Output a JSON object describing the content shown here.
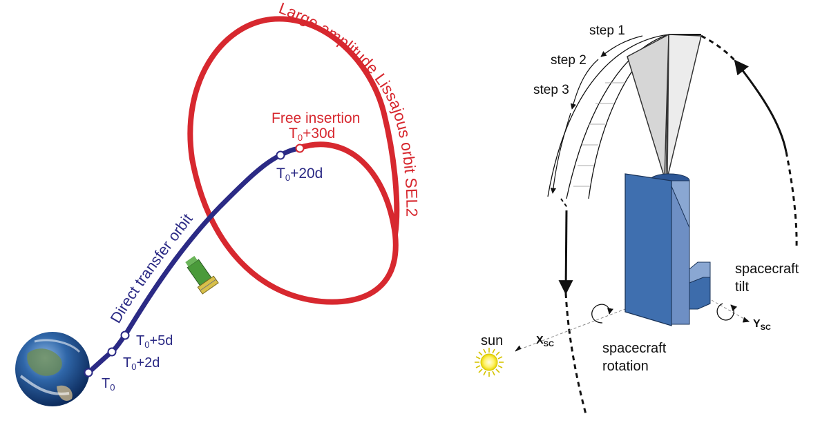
{
  "left_panel": {
    "lissajous_label": "Large amplitude Lissajous orbit SEL2",
    "transfer_label": "Direct transfer orbit",
    "free_insertion_label": "Free insertion",
    "points": [
      {
        "base": "T",
        "sub": "0",
        "suffix": ""
      },
      {
        "base": "T",
        "sub": "0",
        "suffix": "+2d"
      },
      {
        "base": "T",
        "sub": "0",
        "suffix": "+5d"
      },
      {
        "base": "T",
        "sub": "0",
        "suffix": "+20d"
      },
      {
        "base": "T",
        "sub": "0",
        "suffix": "+30d"
      }
    ],
    "colors": {
      "lissajous": "#d7282f",
      "transfer": "#2b2a85"
    }
  },
  "right_panel": {
    "steps": [
      "step 1",
      "step 2",
      "step 3"
    ],
    "tilt_label_1": "spacecraft",
    "tilt_label_2": "tilt",
    "rotation_label_1": "spacecraft",
    "rotation_label_2": "rotation",
    "sun_label": "sun",
    "x_axis": {
      "base": "X",
      "sub": "SC"
    },
    "y_axis": {
      "base": "Y",
      "sub": "SC"
    },
    "colors": {
      "spacecraft": "#3f6faf",
      "spacecraft_light": "#8aa7d2",
      "cone": "#d4d4d4"
    }
  }
}
